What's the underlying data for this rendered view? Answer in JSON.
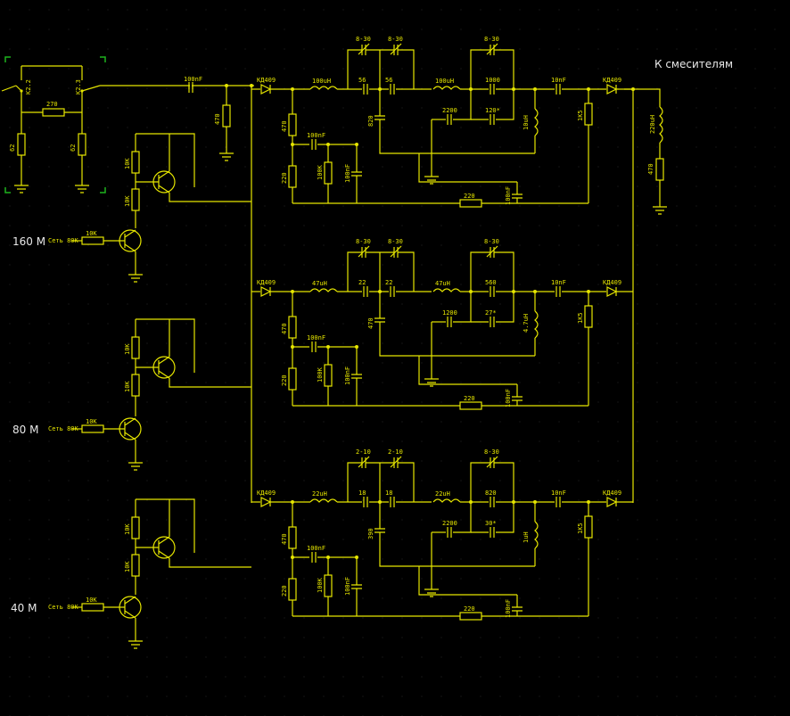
{
  "output_label": "К смесителям",
  "band_labels": [
    "160 М",
    "80 М",
    "40 М"
  ],
  "band_input_label": "Сеть 80К",
  "input_section": {
    "relay1": "K2.2",
    "relay2": "K2.3",
    "r_top": "270",
    "r_left": "62",
    "r_right": "62"
  },
  "common": {
    "cap_in": "100nF",
    "r_in": "470",
    "l_out": "220uH",
    "r_out": "470"
  },
  "switch_resistors": [
    "10K",
    "10K",
    "10K"
  ],
  "bands": [
    {
      "diode_in": "КД409",
      "l1": "100uH",
      "c_trim1": "8-30",
      "c_trim2": "8-30",
      "c1": "56",
      "c2": "56",
      "l2": "100uH",
      "c_trim3": "8-30",
      "c3": "1000",
      "c_couple": "2200",
      "c4": "120*",
      "l3": "10uH",
      "c_out": "10nF",
      "r_bias": "1K5",
      "diode_out": "КД409",
      "r1": "470",
      "c5": "100nF",
      "r2": "220",
      "r3": "100K",
      "c6": "100nF",
      "c_shunt": "820",
      "c7": "100nF",
      "r_fb": "220"
    },
    {
      "diode_in": "КД409",
      "l1": "47uH",
      "c_trim1": "8-30",
      "c_trim2": "8-30",
      "c1": "22",
      "c2": "22",
      "l2": "47uH",
      "c_trim3": "8-30",
      "c3": "560",
      "c_couple": "1200",
      "c4": "27*",
      "l3": "4.7uH",
      "c_out": "10nF",
      "r_bias": "1K5",
      "diode_out": "КД409",
      "r1": "470",
      "c5": "100nF",
      "r2": "220",
      "r3": "100K",
      "c6": "100nF",
      "c_shunt": "470",
      "c7": "100nF",
      "r_fb": "220"
    },
    {
      "diode_in": "КД409",
      "l1": "22uH",
      "c_trim1": "2-10",
      "c_trim2": "2-10",
      "c1": "18",
      "c2": "18",
      "l2": "22uH",
      "c_trim3": "8-30",
      "c3": "820",
      "c_couple": "2200",
      "c4": "30*",
      "l3": "1uH",
      "c_out": "10nF",
      "r_bias": "1K5",
      "diode_out": "КД409",
      "r1": "470",
      "c5": "100nF",
      "r2": "220",
      "r3": "100K",
      "c6": "100nF",
      "c_shunt": "390",
      "c7": "100nF",
      "r_fb": "220"
    }
  ],
  "colors": {
    "background": "#000000",
    "wire": "#e6e600",
    "text": "#e8e8e8",
    "selection": "#1db31d"
  }
}
